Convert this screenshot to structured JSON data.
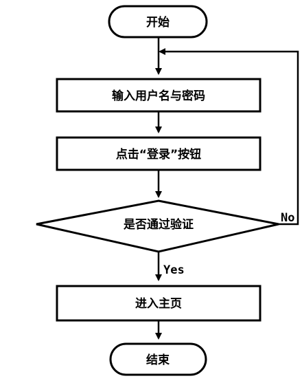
{
  "flowchart": {
    "start_label": "开始",
    "step_input_label": "输入用户名与密码",
    "step_click_label": "点击“登录”按钮",
    "decision_label": "是否通过验证",
    "step_enter_label": "进入主页",
    "end_label": "结束",
    "edge_yes_label": "Yes",
    "edge_no_label": "No"
  }
}
